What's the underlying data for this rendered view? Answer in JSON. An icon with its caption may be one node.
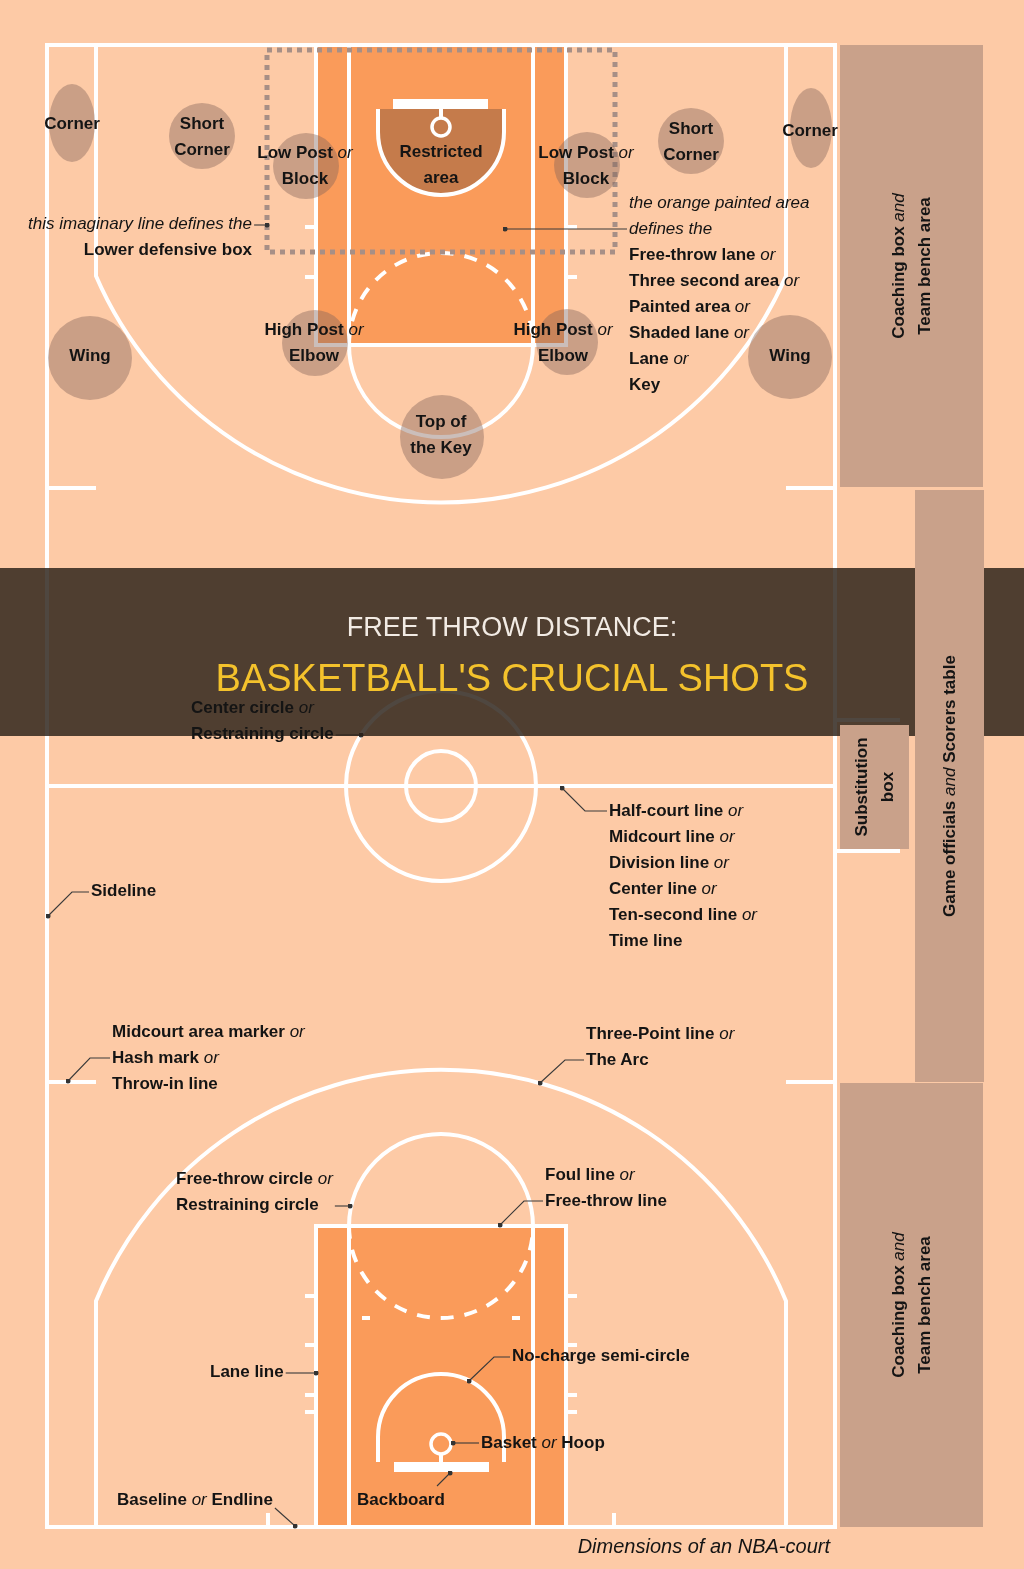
{
  "diagram": {
    "caption": "Dimensions of an NBA-court",
    "nodes": [
      {
        "text": [
          "Corner"
        ]
      },
      {
        "text": [
          "Short Corner"
        ]
      },
      {
        "text": [
          "Low Post *or* Block"
        ]
      },
      {
        "text": [
          "Restricted area"
        ]
      },
      {
        "text": [
          "Low Post *or* Block"
        ]
      },
      {
        "text": [
          "Short Corner"
        ]
      },
      {
        "text": [
          "Corner"
        ]
      },
      {
        "text": [
          "Coaching box *and* Team bench area"
        ]
      },
      {
        "text": [
          "this imaginary line defines the",
          "Lower defensive box"
        ]
      },
      {
        "text": [
          "the orange painted area defines the",
          "Free-throw lane *or*",
          "Three second area *or*",
          "Painted area *or*",
          "Shaded lane *or*",
          "Lane *or*",
          "Key"
        ]
      },
      {
        "text": [
          "Wing"
        ]
      },
      {
        "text": [
          "High Post *or* Elbow"
        ]
      },
      {
        "text": [
          "High Post *or* Elbow"
        ]
      },
      {
        "text": [
          "Wing"
        ]
      },
      {
        "text": [
          "Top of the Key"
        ]
      },
      {
        "text": [
          "Game officials *and* Scorers table"
        ]
      },
      {
        "text": [
          "FREE THROW DISTANCE:",
          "BASKETBALL'S CRUCIAL SHOTS"
        ]
      },
      {
        "text": [
          "Center circle *or* Restraining circle"
        ]
      },
      {
        "text": [
          "Substitution box"
        ]
      },
      {
        "text": [
          "Half-court line *or* Midcourt line *or* Division line *or* Center line *or* Ten-second line *or* Time line"
        ]
      },
      {
        "text": [
          "Sideline"
        ]
      },
      {
        "text": [
          "Midcourt area marker *or* Hash mark *or* Throw-in line"
        ]
      },
      {
        "text": [
          "Three-Point line *or* The Arc"
        ]
      },
      {
        "text": [
          "Coaching box *and* Team bench area"
        ]
      },
      {
        "text": [
          "Free-throw circle *or* Restraining circle"
        ]
      },
      {
        "text": [
          "Foul line *or* Free-throw line"
        ]
      },
      {
        "text": [
          "No-charge semi-circle"
        ]
      },
      {
        "text": [
          "Lane line"
        ]
      },
      {
        "text": [
          "Basket *or* Hoop"
        ]
      },
      {
        "text": [
          "Baseline *or* Endline"
        ]
      },
      {
        "text": [
          "Backboard"
        ]
      }
    ],
    "edges": [
      {
        "from": 8,
        "to": null,
        "arrow": "other"
      },
      {
        "from": 9,
        "to": null,
        "arrow": "other"
      },
      {
        "from": 17,
        "to": null,
        "arrow": "other"
      },
      {
        "from": 19,
        "to": null,
        "arrow": "other"
      },
      {
        "from": 20,
        "to": null,
        "arrow": "other"
      },
      {
        "from": 21,
        "to": null,
        "arrow": "other"
      },
      {
        "from": 22,
        "to": null,
        "arrow": "other"
      },
      {
        "from": 24,
        "to": null,
        "arrow": "other"
      },
      {
        "from": 25,
        "to": null,
        "arrow": "other"
      },
      {
        "from": 26,
        "to": null,
        "arrow": "other"
      },
      {
        "from": 27,
        "to": null,
        "arrow": "other"
      },
      {
        "from": 28,
        "to": null,
        "arrow": "other"
      },
      {
        "from": 29,
        "to": null,
        "arrow": "other"
      },
      {
        "from": 30,
        "to": null,
        "arrow": "other"
      }
    ]
  }
}
